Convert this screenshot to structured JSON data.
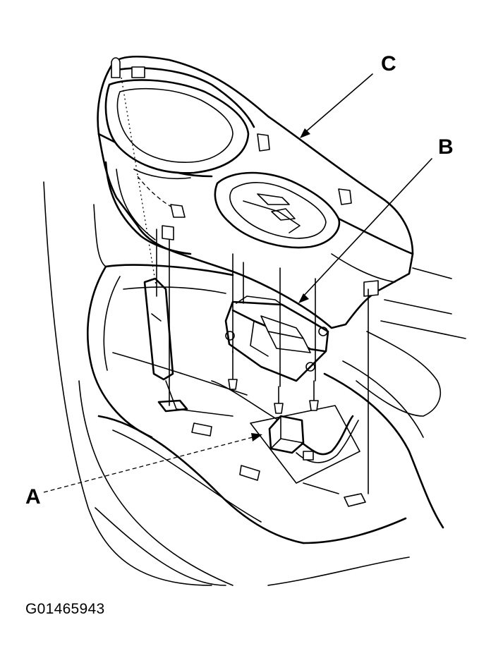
{
  "callouts": {
    "a": "A",
    "b": "B",
    "c": "C"
  },
  "figure_code": "G01465943"
}
